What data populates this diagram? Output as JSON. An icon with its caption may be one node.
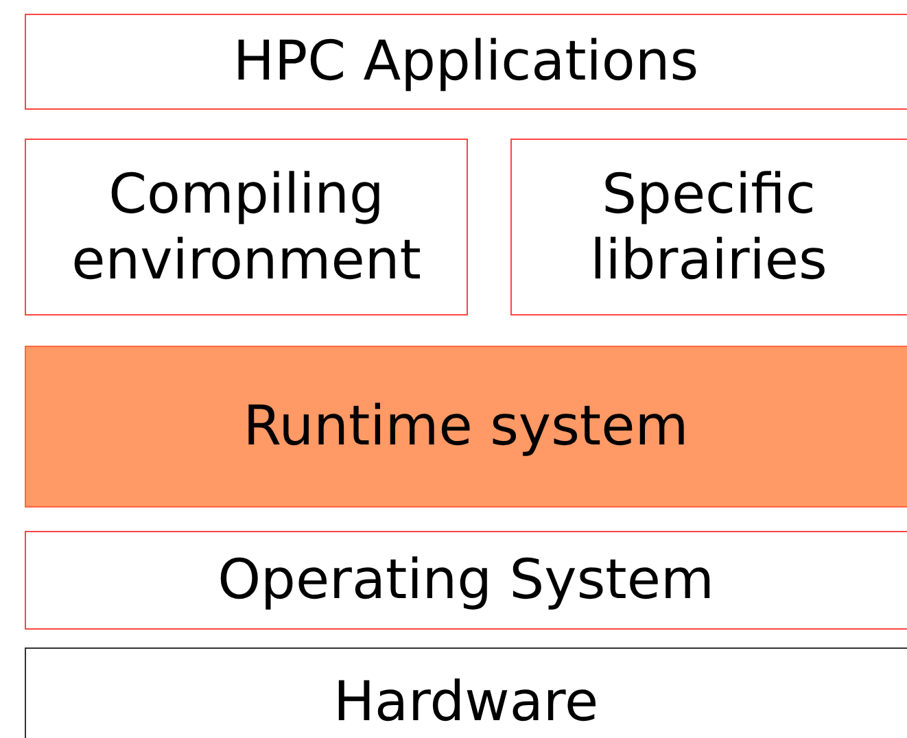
{
  "diagram": {
    "nodes": [
      {
        "text": [
          "HPC Applications"
        ]
      },
      {
        "text": [
          "Compiling environment"
        ]
      },
      {
        "text": [
          "Specific librairies"
        ]
      },
      {
        "text": [
          "Runtime system"
        ]
      },
      {
        "text": [
          "Operating System"
        ]
      },
      {
        "text": [
          "Hardware"
        ]
      }
    ]
  }
}
